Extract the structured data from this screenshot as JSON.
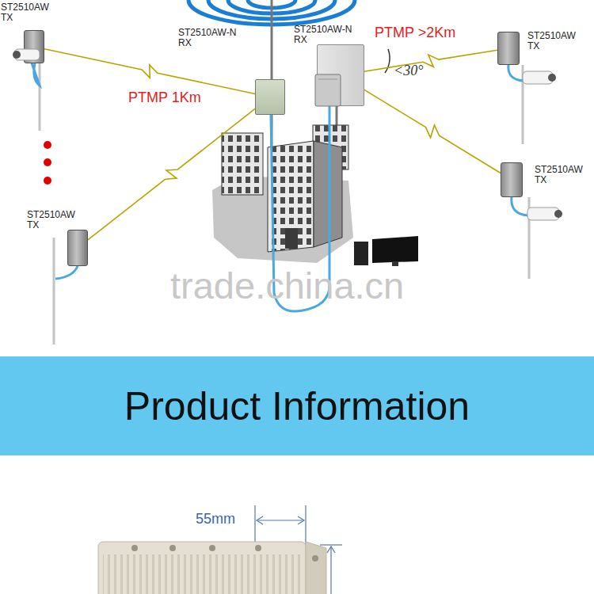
{
  "diagram": {
    "nodes": [
      {
        "text": [
          "ST2510AW TX"
        ]
      },
      {
        "text": [
          "ST2510AW-N RX"
        ]
      },
      {
        "text": [
          "ST2510AW-N RX"
        ]
      },
      {
        "text": [
          "ST2510AW TX"
        ]
      },
      {
        "text": [
          "ST2510AW TX"
        ]
      },
      {
        "text": [
          "ST2510AW TX"
        ]
      },
      {
        "text": [
          "Product Information"
        ]
      }
    ],
    "edges": [
      {
        "from": 0,
        "to": 1,
        "arrow": "none"
      },
      {
        "from": 5,
        "to": 1,
        "arrow": "none"
      },
      {
        "from": 3,
        "to": 2,
        "arrow": "none"
      },
      {
        "from": 4,
        "to": 2,
        "arrow": "none"
      }
    ],
    "labels": [
      "PTMP 1Km",
      "PTMP >2Km",
      "<30°",
      "trade.china.cn",
      "55mm"
    ]
  }
}
